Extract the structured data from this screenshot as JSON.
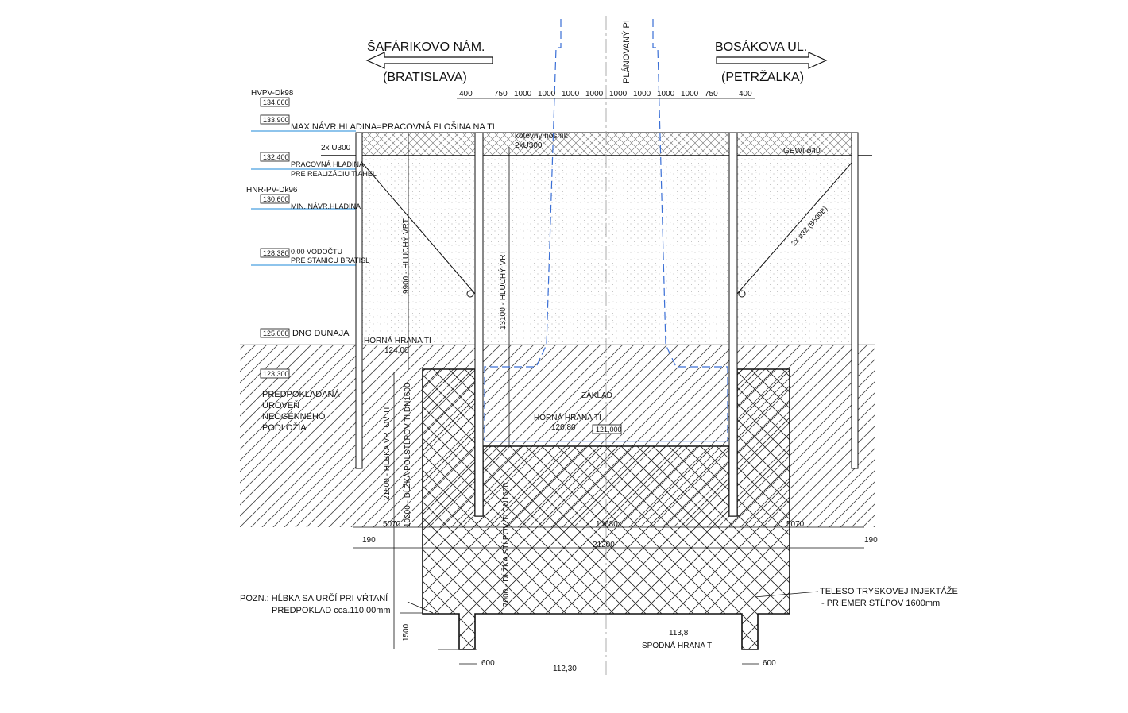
{
  "directions": {
    "left_name": "ŠAFÁRIKOVO NÁM.",
    "left_city": "(BRATISLAVA)",
    "right_name": "BOSÁKOVA UL.",
    "right_city": "(PETRŽALKA)",
    "pile_label": "PLÁNOVANÝ PI"
  },
  "top_dimensions": [
    "400",
    "750",
    "1000",
    "1000",
    "1000",
    "1000",
    "1000",
    "1000",
    "1000",
    "1000",
    "750",
    "400"
  ],
  "levels": {
    "hvpv_label": "HVPV-Dk98",
    "hvpv_value": "134,660",
    "max_value": "133,900",
    "max_label": "MAX.NÁVR.HLADINA=PRACOVNÁ PLOŠINA NA TI",
    "working_value": "132,400",
    "working_label_1": "PRACOVNÁ HLADINA",
    "working_label_2": "PRE REALIZÁCIU TIAHEL",
    "hnr_label": "HNR-PV-Dk96",
    "min_value": "130,600",
    "min_label": "MIN. NÁVR.HLADINA",
    "gauge_value": "128,380",
    "gauge_label_1": "0,00 VODOČTU",
    "gauge_label_2": "PRE STANICU BRATISL",
    "riverbed_value": "125,000",
    "riverbed_label": "DNO DUNAJA",
    "bedrock_value": "123,300",
    "bedrock_label": [
      "PREDPOKLADANÁ",
      "ÚROVEŇ",
      "NEOGÉNNEHO",
      "PODLOŽIA"
    ]
  },
  "annotations": {
    "u300_left": "2x U300",
    "anchor_beam_1": "kotevný nosník",
    "anchor_beam_2": "2xU300",
    "gewi": "GEWI ø40",
    "tie_rod": "2x ø32 (B500B)",
    "blind_drill_left": "9900 - HLUCHÝ VRT",
    "blind_drill_center": "13100 - HLUCHÝ VRT",
    "top_edge_ti_left": "HORNÁ HRANA TI",
    "top_edge_ti_left_value": "124,00",
    "foundation": "ZÁKLAD",
    "top_edge_ti_center": "HORNÁ HRANA TI",
    "top_edge_ti_center_value": "120,80",
    "marker_121": "121,000",
    "depth_drill": "21600 - HĹBKA VRTOV TI",
    "length_piles_outer": "10200 - DĹŽKA POLSTĹPOV TI DN1600",
    "length_piles_inner": "7000 - DĹŽKA STĹPOV TI DN1600",
    "dim_5070_left": "5070",
    "dim_10680": "10680",
    "dim_5070_right": "5070",
    "dim_190_left": "190",
    "dim_21200": "21200",
    "dim_190_right": "190",
    "note_1": "POZN.: HĹBKA SA URČÍ PRI VŔTANÍ",
    "note_2": "PREDPOKLAD cca.110,00mm",
    "dim_1500": "1500",
    "bottom_value": "113,8",
    "bottom_label": "SPODNÁ HRANA TI",
    "dim_600_left": "600",
    "dim_600_right": "600",
    "elev_112": "112,30",
    "jet_grout_1": "TELESO TRYSKOVEJ INJEKTÁŽE",
    "jet_grout_2": "- PRIEMER STĹPOV  1600mm"
  },
  "colors": {
    "line": "#111111",
    "water": "#1e88d8",
    "pile_outline": "#3a6fd6",
    "pile_label": "#b8b8b8",
    "hatch": "#444444",
    "sand_dot": "#999999"
  }
}
